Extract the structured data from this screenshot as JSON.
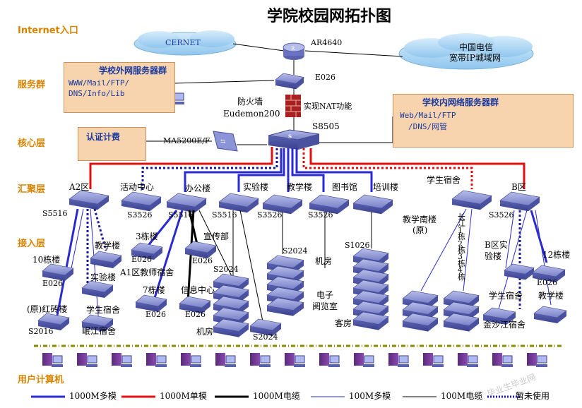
{
  "title": "学院校园网拓扑图",
  "layers": {
    "internet": "Internet入口",
    "service": "服务群",
    "core": "核心层",
    "aggregation": "汇聚层",
    "access": "接入层",
    "users": "用户计算机"
  },
  "clouds": {
    "cernet": "CERNET",
    "telecom_line1": "中国电信",
    "telecom_line2": "宽带IP城域网"
  },
  "devices": {
    "router": "AR4640",
    "edge_switch": "E026",
    "firewall_line1": "防火墙",
    "firewall_line2": "Eudemon200",
    "nat": "实现NAT功能",
    "core_switch": "S8505",
    "auth_device": "MA5200E/F"
  },
  "panels": {
    "external": {
      "title": "学校外网服务器群",
      "line1": "WWW/Mail/FTP/",
      "line2": "DNS/Info/Lib"
    },
    "internal": {
      "title": "学校内网络服务器群",
      "line1": "Web/Mail/FTP",
      "line2": "/DNS/网管"
    },
    "auth": {
      "title": "认证计费"
    }
  },
  "aggregation_nodes": {
    "a": {
      "name": "A2区",
      "model": "S5516"
    },
    "activity": {
      "name": "活动中心",
      "model": "S3526"
    },
    "office": {
      "name": "办公楼",
      "model": "S5516"
    },
    "lab": {
      "name": "实验楼",
      "model": "S5516"
    },
    "teaching": {
      "name": "教学楼",
      "model": "S3526"
    },
    "library": {
      "name": "图书馆",
      "model": "S3526"
    },
    "training": {
      "name": "培训楼",
      "model": ""
    },
    "dorm": {
      "name": "学生宿舍",
      "model": ""
    },
    "b": {
      "name": "B区",
      "model": "S3526"
    }
  },
  "access_labels": {
    "teach_bldg": "教学楼",
    "bldg3": "3栋楼",
    "e026_a": "E026",
    "bldg10": "10栋楼",
    "e026_b": "E026",
    "lab_bldg": "实验楼",
    "a1_dorm": "A1区教师宿舍",
    "bldg7": "7栋楼",
    "e026_c": "E026",
    "red_bldg": "(原)红砖楼",
    "dorm_student": "学生宿舍",
    "s2016": "S2016",
    "minjiang": "岷江宿舍",
    "publicity": "宣传部",
    "e026_d": "E026",
    "s2024_a": "S2024",
    "info_center": "信息中心",
    "e026_e": "E026",
    "machine_room": "机房",
    "s2024_b": "S2024",
    "s2024_c": "S2024",
    "computer_room": "机房",
    "e_reading_line1": "电子",
    "e_reading_line2": "阅览室",
    "guest_room": "客房",
    "s1026": "S1026",
    "old_teaching_line1": "教学南楼",
    "old_teaching_line2": "(原)",
    "changjiang": [
      "长",
      "江",
      "1",
      "栋",
      "2",
      "栋",
      "3",
      "栋",
      "4",
      "栋"
    ],
    "b_lab_line1": "B区实",
    "b_lab_line2": "验楼",
    "bldg12": "12栋楼",
    "e026_f": "E026",
    "dorm_student_b": "学生宿舍",
    "teach_bldg_b": "教学楼",
    "jinshajiang": "金沙江宿舍"
  },
  "legend": [
    {
      "label": "1000M多模",
      "color": "#2a2ad0",
      "style": "solid",
      "width": 3
    },
    {
      "label": "1000M单模",
      "color": "#e01010",
      "style": "solid",
      "width": 3
    },
    {
      "label": "1000M电缆",
      "color": "#000000",
      "style": "solid",
      "width": 3
    },
    {
      "label": "100M多模",
      "color": "#2a2ad0",
      "style": "solid",
      "width": 1
    },
    {
      "label": "100M电缆",
      "color": "#000000",
      "style": "solid",
      "width": 1
    },
    {
      "label": "暂未使用",
      "color": "#1a1aa0",
      "style": "dotted",
      "width": 3
    }
  ],
  "watermark": "毕业生毕业网",
  "colors": {
    "layer": "#d88400",
    "panel": "#f7d3ae",
    "bus": "#8a8a00"
  }
}
